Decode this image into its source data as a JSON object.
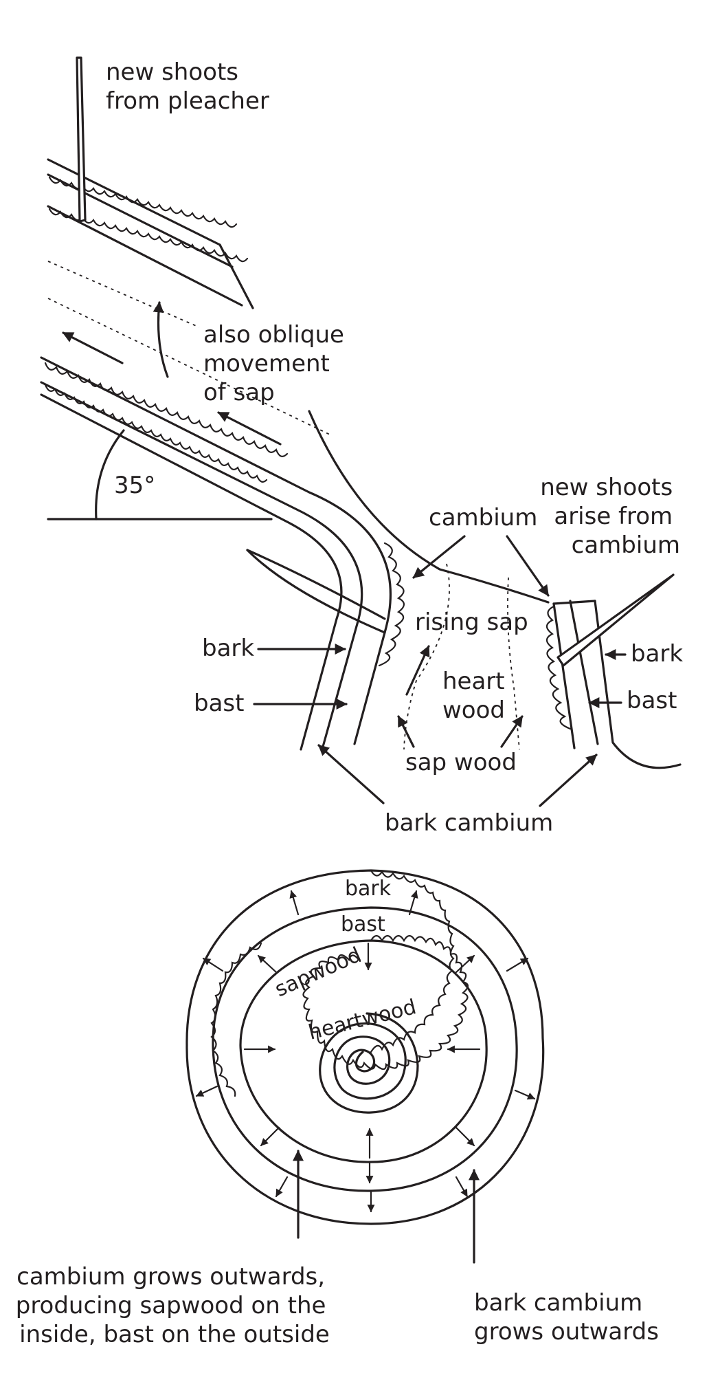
{
  "labels": {
    "new_shoots_from_pleacher": [
      "new shoots",
      "from pleacher"
    ],
    "oblique_sap": [
      "also oblique",
      "movement",
      "of sap"
    ],
    "angle": "35°",
    "cambium": "cambium",
    "new_shoots_cambium": [
      "new shoots",
      "arise from",
      "cambium"
    ],
    "rising_sap": "rising sap",
    "heart_wood": [
      "heart",
      "wood"
    ],
    "sap_wood": "sap wood",
    "bark_left": "bark",
    "bast_left": "bast",
    "bark_right": "bark",
    "bast_right": "bast",
    "bark_cambium": "bark cambium",
    "ring_bark": "bark",
    "ring_bast": "bast",
    "ring_sapwood": "sapwood",
    "ring_heartwood": "heartwood",
    "cambium_grows": [
      "cambium grows outwards,",
      "producing sapwood on the",
      "inside, bast on the outside"
    ],
    "bark_cambium_grows": [
      "bark cambium",
      "grows outwards"
    ]
  },
  "colors": {
    "ink": "#231f20",
    "background": "#ffffff"
  }
}
